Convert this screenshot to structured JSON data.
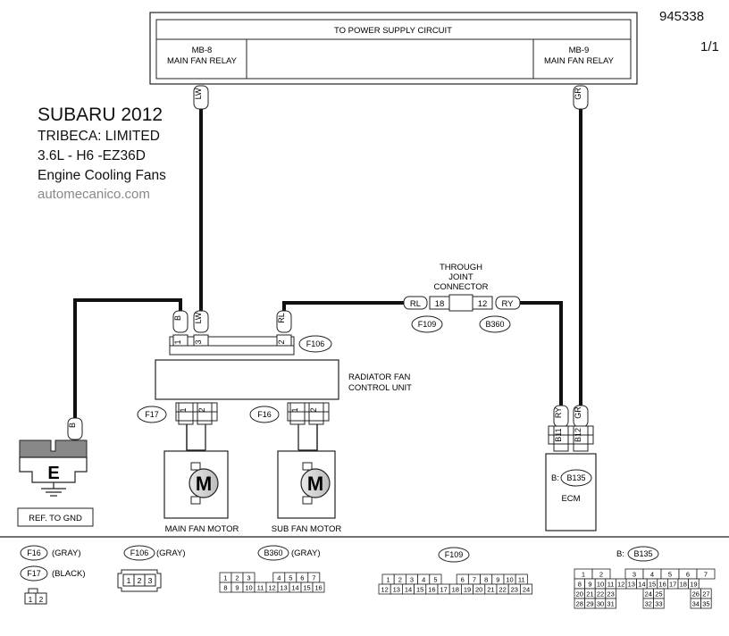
{
  "header": {
    "doc_number": "945338",
    "page": "1/1"
  },
  "title": {
    "make": "SUBARU 2012",
    "model": "TRIBECA: LIMITED",
    "engine": "3.6L - H6 -EZ36D",
    "system": "Engine Cooling Fans",
    "website": "automecanico.com"
  },
  "power_supply": {
    "label": "TO POWER SUPPLY CIRCUIT",
    "left_connector": "MB-8",
    "left_name": "MAIN FAN RELAY",
    "right_connector": "MB-9",
    "right_name": "MAIN FAN RELAY"
  },
  "wires": {
    "lw": "LW",
    "gr": "GR",
    "b": "B",
    "rl": "RL",
    "ry": "RY"
  },
  "joint": {
    "label_line1": "THROUGH",
    "label_line2": "JOINT",
    "label_line3": "CONNECTOR",
    "pin_left": "18",
    "pin_right": "12",
    "conn_left": "F109",
    "conn_right": "B360"
  },
  "control_unit": {
    "connector": "F106",
    "label_line1": "RADIATOR FAN",
    "label_line2": "CONTROL UNIT",
    "pin1": "1",
    "pin3": "3",
    "pin2": "2"
  },
  "motors": {
    "main_label": "MAIN FAN MOTOR",
    "sub_label": "SUB FAN MOTOR",
    "main_connector": "F17",
    "sub_connector": "F16",
    "motor_symbol": "M",
    "pin1": "1",
    "pin2": "2"
  },
  "ground": {
    "symbol": "E",
    "label": "REF. TO GND"
  },
  "ecm": {
    "label": "ECM",
    "connector_prefix": "B:",
    "connector": "B135",
    "pin_b11": "B11",
    "pin_b12": "B12"
  },
  "legend": {
    "f16": "F16",
    "f16_color": "(GRAY)",
    "f17": "F17",
    "f17_color": "(BLACK)",
    "f106": "F106",
    "f106_color": "(GRAY)",
    "b360": "B360",
    "b360_color": "(GRAY)",
    "f109": "F109",
    "b135_prefix": "B:",
    "b135": "B135",
    "f16_pins": [
      "1",
      "2"
    ],
    "f106_pins": [
      "1",
      "2",
      "3"
    ],
    "b360_row1": [
      "1",
      "2",
      "3",
      "",
      "4",
      "5",
      "6",
      "7"
    ],
    "b360_row2": [
      "8",
      "9",
      "10",
      "11",
      "12",
      "13",
      "14",
      "15",
      "16"
    ],
    "f109_row1": [
      "1",
      "2",
      "3",
      "4",
      "5",
      "",
      "6",
      "7",
      "8",
      "9",
      "10",
      "11"
    ],
    "f109_row2": [
      "12",
      "13",
      "14",
      "15",
      "16",
      "17",
      "18",
      "19",
      "20",
      "21",
      "22",
      "23",
      "24"
    ],
    "b135_rows": [
      [
        "1",
        "2",
        "3",
        "4",
        "5",
        "6",
        "7"
      ],
      [
        "8",
        "9",
        "10",
        "11",
        "12",
        "13",
        "14",
        "15",
        "16",
        "17",
        "18",
        "19"
      ],
      [
        "20",
        "21",
        "22",
        "23",
        "24",
        "25",
        "26",
        "27"
      ],
      [
        "28",
        "29",
        "30",
        "31",
        "32",
        "33",
        "34",
        "35"
      ]
    ]
  }
}
